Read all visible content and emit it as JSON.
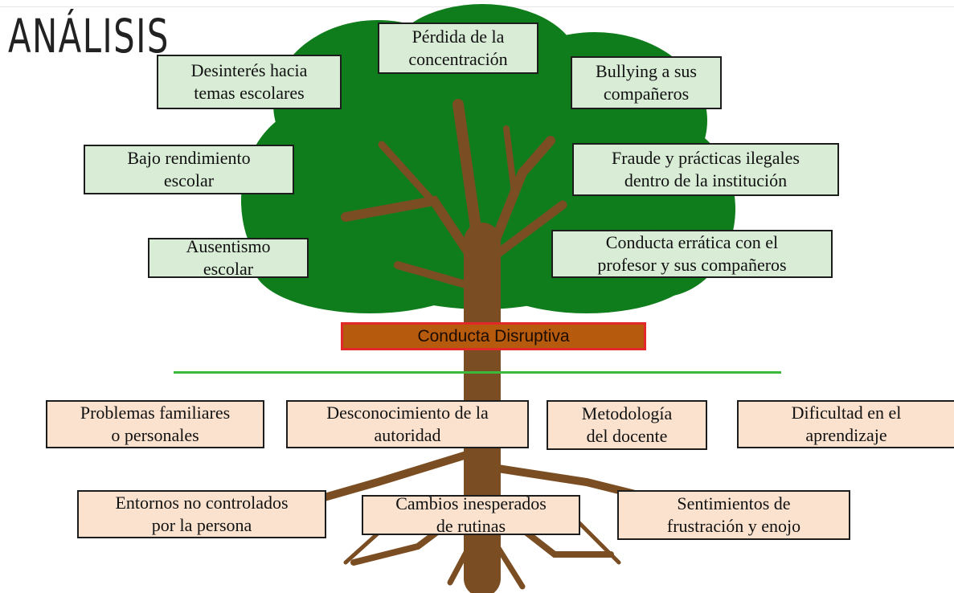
{
  "title": "ANÁLISIS",
  "core_label": "Conducta Disruptiva",
  "colors": {
    "canopy": "#0f7d1b",
    "trunk": "#7a4e22",
    "effect_box": "#d8ecd6",
    "cause_box": "#fae2cf",
    "core_fill": "#b65a0e",
    "core_border": "#e22828",
    "ground_line": "#3ab93a"
  },
  "effects": [
    "Pérdida de la\nconcentración",
    "Desinterés hacia\ntemas escolares",
    "Bullying a sus\ncompañeros",
    "Bajo rendimiento\nescolar",
    "Fraude y prácticas ilegales\ndentro de la institución",
    "Ausentismo\nescolar",
    "Conducta errática con el\nprofesor y sus compañeros"
  ],
  "causes": [
    "Problemas familiares\no personales",
    "Desconocimiento de la\nautoridad",
    "Metodología\ndel docente",
    "Dificultad en el\naprendizaje",
    "Entornos no controlados\npor la persona",
    "Cambios inesperados\nde rutinas",
    "Sentimientos de\nfrustración y enojo"
  ]
}
